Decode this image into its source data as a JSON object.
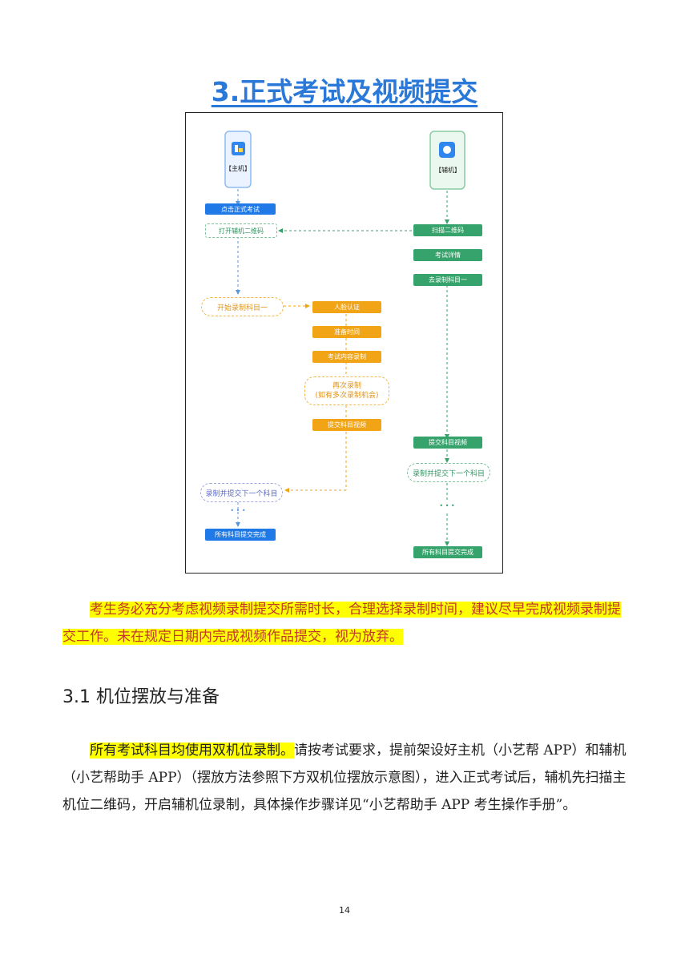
{
  "title": "3.正式考试及视频提交",
  "flowchart": {
    "phone_main_label": "【主机】",
    "phone_aux_label": "【辅机】",
    "host_step1": "点击正式考试",
    "host_step2": "打开辅机二维码",
    "host_step3": "开始录制科目一",
    "aux_step1": "扫描二维码",
    "aux_step2": "考试详情",
    "aux_step3": "去录制科目一",
    "rec_step1": "人脸认证",
    "rec_step2": "准备时间",
    "rec_step3": "考试内容录制",
    "rec_retry_line1": "再次录制",
    "rec_retry_line2": "(如有多次录制机会)",
    "rec_step4": "提交科目视频",
    "host_next": "录制并提交下一个科目",
    "host_done": "所有科目提交完成",
    "aux_submit": "提交科目视频",
    "aux_next": "录制并提交下一个科目",
    "aux_done": "所有科目提交完成",
    "ellipsis": "• • •"
  },
  "notice": {
    "text": "考生务必充分考虑视频录制提交所需时长，合理选择录制时间，建议尽早完成视频录制提交工作。未在规定日期内完成视频作品提交，视为放弃。"
  },
  "section": {
    "heading": "3.1 机位摆放与准备",
    "highlight": "所有考试科目均使用双机位录制。",
    "body": "请按考试要求，提前架设好主机（小艺帮 APP）和辅机（小艺帮助手 APP）（摆放方法参照下方双机位摆放示意图），进入正式考试后，辅机先扫描主机位二维码，开启辅机位录制，具体操作步骤详见“小艺帮助手 APP 考生操作手册”。"
  },
  "page_number": "14",
  "colors": {
    "title": "#2a78d8",
    "host_blue": "#1f7ae8",
    "aux_green": "#35a36b",
    "record_orange": "#f0a416",
    "highlight_yellow": "#ffff00",
    "notice_red": "#c0392b"
  }
}
